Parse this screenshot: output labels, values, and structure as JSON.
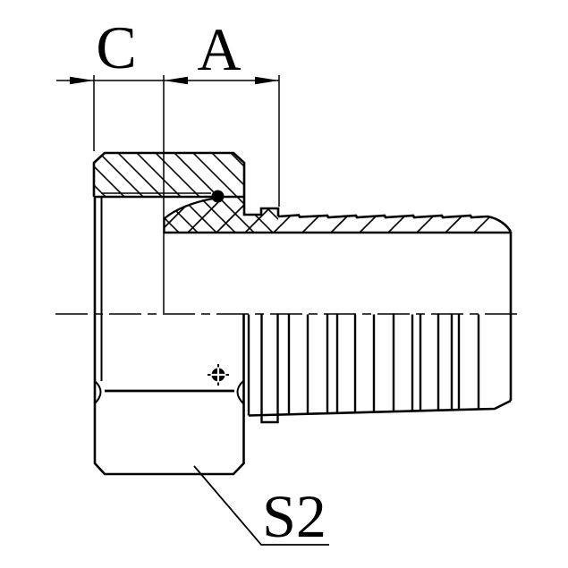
{
  "drawing": {
    "type": "technical-section-drawing",
    "subject": "hydraulic-hose-barb-fitting-with-hex-nut",
    "line_color": "#000000",
    "background_color": "#ffffff",
    "dimensions": {
      "c_label": "C",
      "a_label": "A"
    },
    "callouts": {
      "s2_label": "S2"
    }
  }
}
